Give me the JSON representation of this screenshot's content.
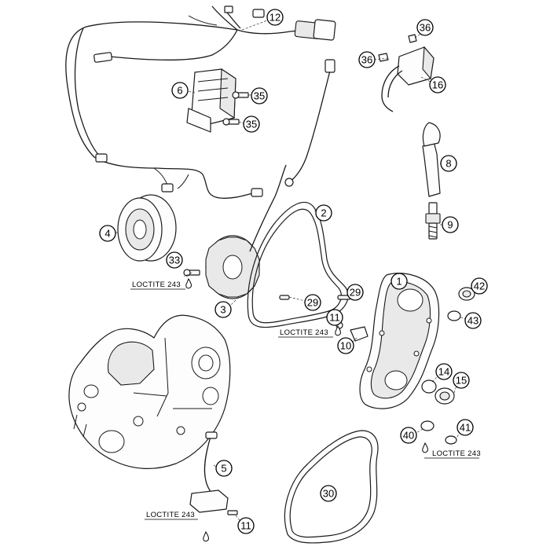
{
  "callouts": {
    "c12": "12",
    "c36a": "36",
    "c36b": "36",
    "c16": "16",
    "c6": "6",
    "c35a": "35",
    "c35b": "35",
    "c8": "8",
    "c2": "2",
    "c4": "4",
    "c9": "9",
    "c33": "33",
    "c3": "3",
    "c29a": "29",
    "c29b": "29",
    "c1": "1",
    "c42": "42",
    "c43": "43",
    "c11a": "11",
    "c10": "10",
    "c14": "14",
    "c15": "15",
    "c5": "5",
    "c40": "40",
    "c41": "41",
    "c30": "30",
    "c11b": "11"
  },
  "loctite": {
    "l1": "LOCTITE 243",
    "l2": "LOCTITE 243",
    "l3": "LOCTITE 243",
    "l4": "LOCTITE 243"
  }
}
